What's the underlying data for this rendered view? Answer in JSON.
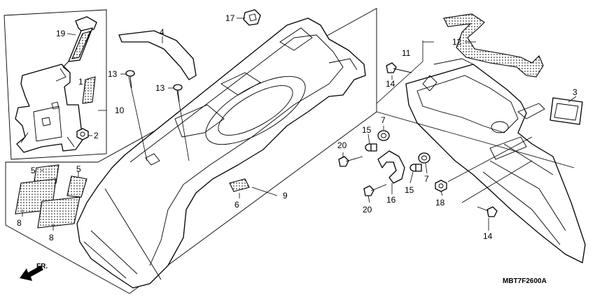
{
  "diagram_code": "MBT7F2600A",
  "front_indicator": "FR.",
  "callouts": [
    {
      "id": "c1",
      "text": "1"
    },
    {
      "id": "c2",
      "text": "2"
    },
    {
      "id": "c3",
      "text": "3"
    },
    {
      "id": "c4",
      "text": "4"
    },
    {
      "id": "c5a",
      "text": "5"
    },
    {
      "id": "c5b",
      "text": "5"
    },
    {
      "id": "c6",
      "text": "6"
    },
    {
      "id": "c7a",
      "text": "7"
    },
    {
      "id": "c7b",
      "text": "7"
    },
    {
      "id": "c8a",
      "text": "8"
    },
    {
      "id": "c8b",
      "text": "8"
    },
    {
      "id": "c9",
      "text": "9"
    },
    {
      "id": "c10",
      "text": "10"
    },
    {
      "id": "c11",
      "text": "11"
    },
    {
      "id": "c12",
      "text": "12"
    },
    {
      "id": "c13a",
      "text": "13"
    },
    {
      "id": "c13b",
      "text": "13"
    },
    {
      "id": "c14a",
      "text": "14"
    },
    {
      "id": "c14b",
      "text": "14"
    },
    {
      "id": "c15a",
      "text": "15"
    },
    {
      "id": "c15b",
      "text": "15"
    },
    {
      "id": "c16",
      "text": "16"
    },
    {
      "id": "c17",
      "text": "17"
    },
    {
      "id": "c18",
      "text": "18"
    },
    {
      "id": "c19",
      "text": "19"
    },
    {
      "id": "c20a",
      "text": "20"
    },
    {
      "id": "c20b",
      "text": "20"
    }
  ]
}
